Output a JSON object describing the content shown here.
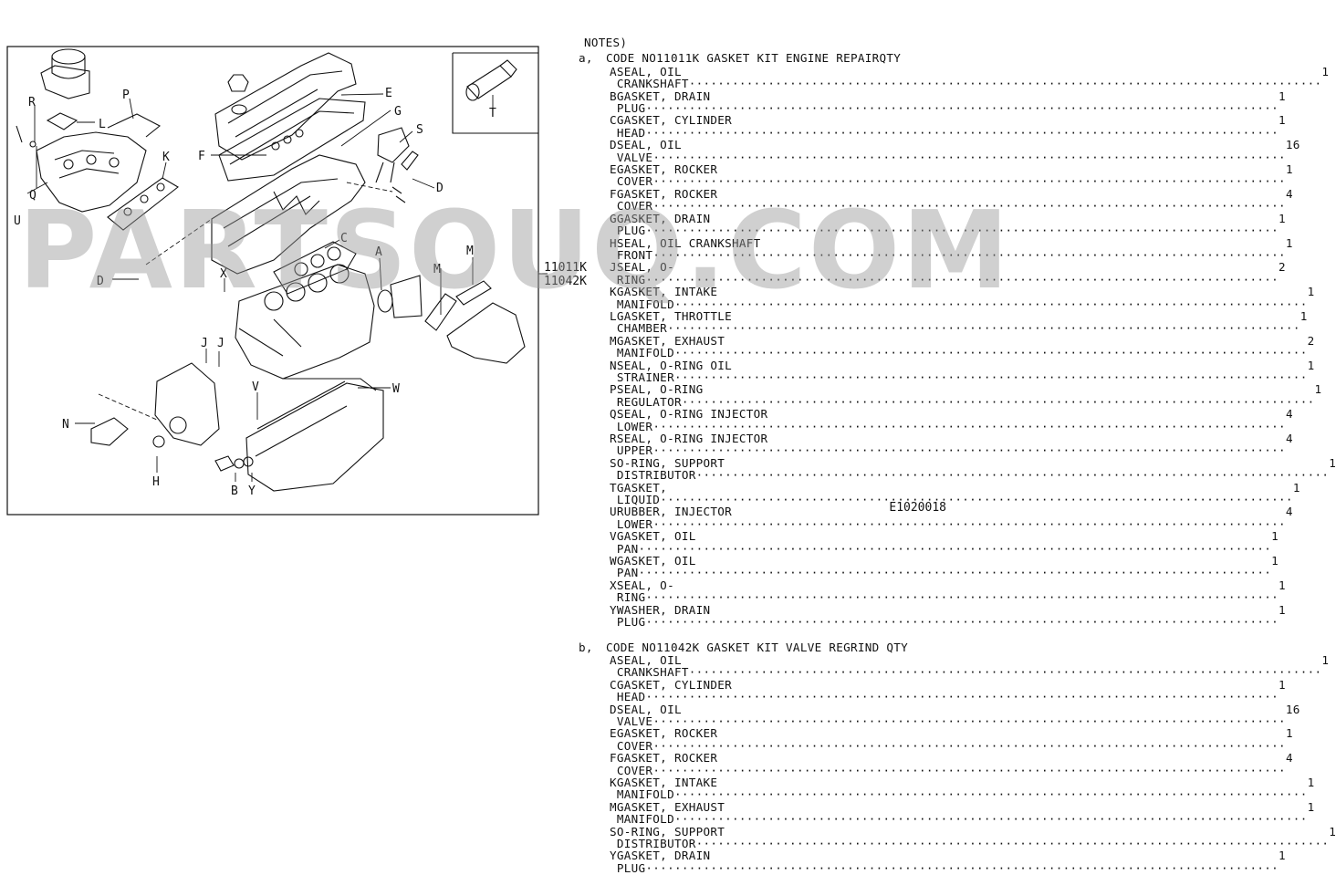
{
  "callouts": {
    "R": "R",
    "P": "P",
    "L": "L",
    "Q": "Q",
    "U": "U",
    "K": "K",
    "F": "F",
    "E": "E",
    "G": "G",
    "S": "S",
    "D1": "D",
    "D2": "D",
    "C": "C",
    "A": "A",
    "M1": "M",
    "M2": "M",
    "X": "X",
    "J1": "J",
    "J2": "J",
    "N": "N",
    "H": "H",
    "B": "B",
    "Y": "Y",
    "V": "V",
    "W": "W",
    "T": "T",
    "kit1": "11011K",
    "kit2": "11042K"
  },
  "notes": {
    "title": "NOTES)",
    "kits": [
      {
        "prefix": "a,",
        "heading": "CODE NO11011K GASKET KIT ENGINE REPAIRQTY",
        "items": [
          {
            "code": "A",
            "desc": "SEAL, OIL CRANKSHAFT",
            "qty": "1"
          },
          {
            "code": "B",
            "desc": "GASKET, DRAIN PLUG",
            "qty": "1"
          },
          {
            "code": "C",
            "desc": "GASKET, CYLINDER HEAD",
            "qty": "1"
          },
          {
            "code": "D",
            "desc": "SEAL, OIL VALVE",
            "qty": "16"
          },
          {
            "code": "E",
            "desc": "GASKET, ROCKER COVER",
            "qty": "1"
          },
          {
            "code": "F",
            "desc": "GASKET, ROCKER COVER",
            "qty": "4"
          },
          {
            "code": "G",
            "desc": "GASKET, DRAIN PLUG",
            "qty": "1"
          },
          {
            "code": "H",
            "desc": "SEAL, OIL CRANKSHAFT FRONT",
            "qty": "1"
          },
          {
            "code": "J",
            "desc": "SEAL, O-RING",
            "qty": "2"
          },
          {
            "code": "K",
            "desc": "GASKET, INTAKE MANIFOLD",
            "qty": "1"
          },
          {
            "code": "L",
            "desc": "GASKET, THROTTLE CHAMBER",
            "qty": "1"
          },
          {
            "code": "M",
            "desc": "GASKET, EXHAUST MANIFOLD",
            "qty": "2"
          },
          {
            "code": "N",
            "desc": "SEAL, O-RING OIL STRAINER",
            "qty": "1"
          },
          {
            "code": "P",
            "desc": "SEAL, O-RING REGULATOR",
            "qty": "1"
          },
          {
            "code": "Q",
            "desc": "SEAL, O-RING INJECTOR LOWER",
            "qty": "4"
          },
          {
            "code": "R",
            "desc": "SEAL, O-RING INJECTOR UPPER",
            "qty": "4"
          },
          {
            "code": "S",
            "desc": "O-RING, SUPPORT DISTRIBUTOR",
            "qty": "1"
          },
          {
            "code": "T",
            "desc": "GASKET, LIQUID",
            "qty": "1"
          },
          {
            "code": "U",
            "desc": "RUBBER, INJECTOR LOWER",
            "qty": "4"
          },
          {
            "code": "V",
            "desc": "GASKET, OIL PAN",
            "qty": "1"
          },
          {
            "code": "W",
            "desc": "GASKET, OIL PAN",
            "qty": "1"
          },
          {
            "code": "X",
            "desc": "SEAL, O-RING",
            "qty": "1"
          },
          {
            "code": "Y",
            "desc": "WASHER, DRAIN PLUG",
            "qty": "1"
          }
        ]
      },
      {
        "prefix": "b,",
        "heading": "CODE NO11042K GASKET KIT VALVE REGRIND QTY",
        "items": [
          {
            "code": "A",
            "desc": "SEAL, OIL CRANKSHAFT",
            "qty": "1"
          },
          {
            "code": "C",
            "desc": "GASKET, CYLINDER HEAD",
            "qty": "1"
          },
          {
            "code": "D",
            "desc": "SEAL, OIL VALVE",
            "qty": "16"
          },
          {
            "code": "E",
            "desc": "GASKET, ROCKER COVER",
            "qty": "1"
          },
          {
            "code": "F",
            "desc": "GASKET, ROCKER COVER",
            "qty": "4"
          },
          {
            "code": "K",
            "desc": "GASKET, INTAKE MANIFOLD",
            "qty": "1"
          },
          {
            "code": "M",
            "desc": "GASKET, EXHAUST MANIFOLD",
            "qty": "1"
          },
          {
            "code": "S",
            "desc": "O-RING, SUPPORT DISTRIBUTOR",
            "qty": "1"
          },
          {
            "code": "Y",
            "desc": "GASKET, DRAIN PLUG",
            "qty": "1"
          }
        ]
      }
    ]
  },
  "watermark": "PARTSOUQ.COM",
  "drawing_number": "E1020018"
}
